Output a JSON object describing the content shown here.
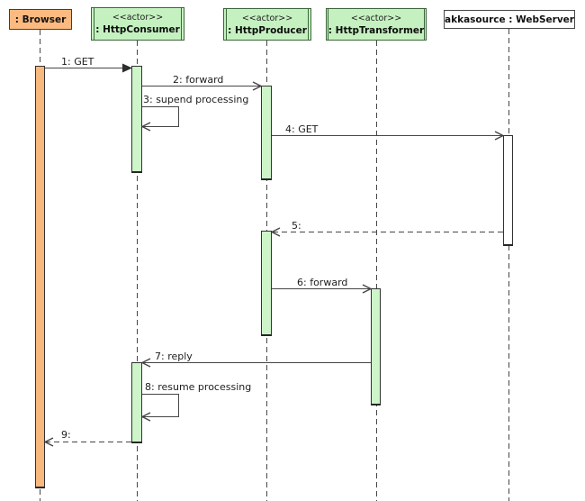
{
  "diagram_type": "uml-sequence",
  "colors": {
    "line": "#464646",
    "actor_fill": "#c5f1c0",
    "actor_border": "#3c673c",
    "browser_fill": "#fcba80",
    "activation_green": "#cdf5c9",
    "activation_orange": "#f8b97e",
    "webserver_fill": "#ffffff"
  },
  "participants": [
    {
      "label": ": Browser"
    },
    {
      "stereotype": "<<actor>>",
      "label": ": HttpConsumer"
    },
    {
      "stereotype": "<<actor>>",
      "label": ": HttpProducer"
    },
    {
      "stereotype": "<<actor>>",
      "label": ": HttpTransformer"
    },
    {
      "label": "akkasource : WebServer"
    }
  ],
  "messages": [
    {
      "label": "1: GET",
      "from": ": Browser",
      "to": ": HttpConsumer",
      "line": "solid",
      "arrowhead": "filled"
    },
    {
      "label": "2: forward",
      "from": ": HttpConsumer",
      "to": ": HttpProducer",
      "line": "solid",
      "arrowhead": "open"
    },
    {
      "label": "3: supend processing",
      "from": ": HttpConsumer",
      "to": ": HttpConsumer",
      "line": "solid",
      "arrowhead": "open",
      "self": true
    },
    {
      "label": "4: GET",
      "from": ": HttpProducer",
      "to": "akkasource : WebServer",
      "line": "solid",
      "arrowhead": "open"
    },
    {
      "label": "5:",
      "from": "akkasource : WebServer",
      "to": ": HttpProducer",
      "line": "dashed",
      "arrowhead": "open"
    },
    {
      "label": "6: forward",
      "from": ": HttpProducer",
      "to": ": HttpTransformer",
      "line": "solid",
      "arrowhead": "open"
    },
    {
      "label": "7: reply",
      "from": ": HttpTransformer",
      "to": ": HttpConsumer",
      "line": "solid",
      "arrowhead": "open"
    },
    {
      "label": "8: resume processing",
      "from": ": HttpConsumer",
      "to": ": HttpConsumer",
      "line": "solid",
      "arrowhead": "open",
      "self": true
    },
    {
      "label": "9:",
      "from": ": HttpConsumer",
      "to": ": Browser",
      "line": "dashed",
      "arrowhead": "open"
    }
  ]
}
